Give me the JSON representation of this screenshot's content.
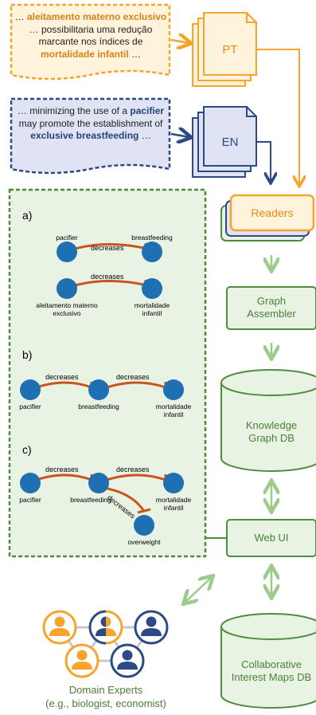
{
  "quotes": {
    "pt": {
      "pre": "… ",
      "b1": "aleitamento materno exclusivo",
      "mid": " … possibilitaria uma redução marcante nos índices de ",
      "b2": "mortalidade infantil",
      "post": " …"
    },
    "en": {
      "pre": "… minimizing the use of a ",
      "b1": "pacifier",
      "mid": " may promote the establishment of ",
      "b2": "exclusive breastfeeding",
      "post": " …"
    }
  },
  "docs": {
    "pt": "PT",
    "en": "EN"
  },
  "pipeline": {
    "readers": "Readers",
    "graph_assembler": "Graph Assembler",
    "knowledge_db": "Knowledge Graph DB",
    "web_ui": "Web UI",
    "interest_db": "Collaborative Interest Maps DB"
  },
  "sections": {
    "a": {
      "label": "a)",
      "g1": {
        "src": "pacifier",
        "dst": "breastfeeding",
        "edge": "decreases"
      },
      "g2": {
        "src": "aleitamento materno exclusivo",
        "dst": "mortalidade infantil",
        "edge": "decreases"
      }
    },
    "b": {
      "label": "b)",
      "n1": "pacifier",
      "n2": "breastfeeding",
      "n3": "mortalidade infantil",
      "e1": "decreases",
      "e2": "decreases"
    },
    "c": {
      "label": "c)",
      "n1": "pacifier",
      "n2": "breastfeeding",
      "n3": "mortalidade infantil",
      "n4": "overweight",
      "e1": "decreases",
      "e2": "decreases",
      "e3": "decreases"
    }
  },
  "experts": {
    "line1": "Domain Experts",
    "line2": "(e.g., biologist, economist)"
  },
  "colors": {
    "orange": "#f6a42c",
    "navy": "#2d4a86",
    "green": "#4e8c3e",
    "node": "#1f6fb3",
    "edge": "#c9551c",
    "light_green": "#e9f3e4",
    "light_blue": "#dfe3f4",
    "light_orange": "#fff3dc"
  }
}
